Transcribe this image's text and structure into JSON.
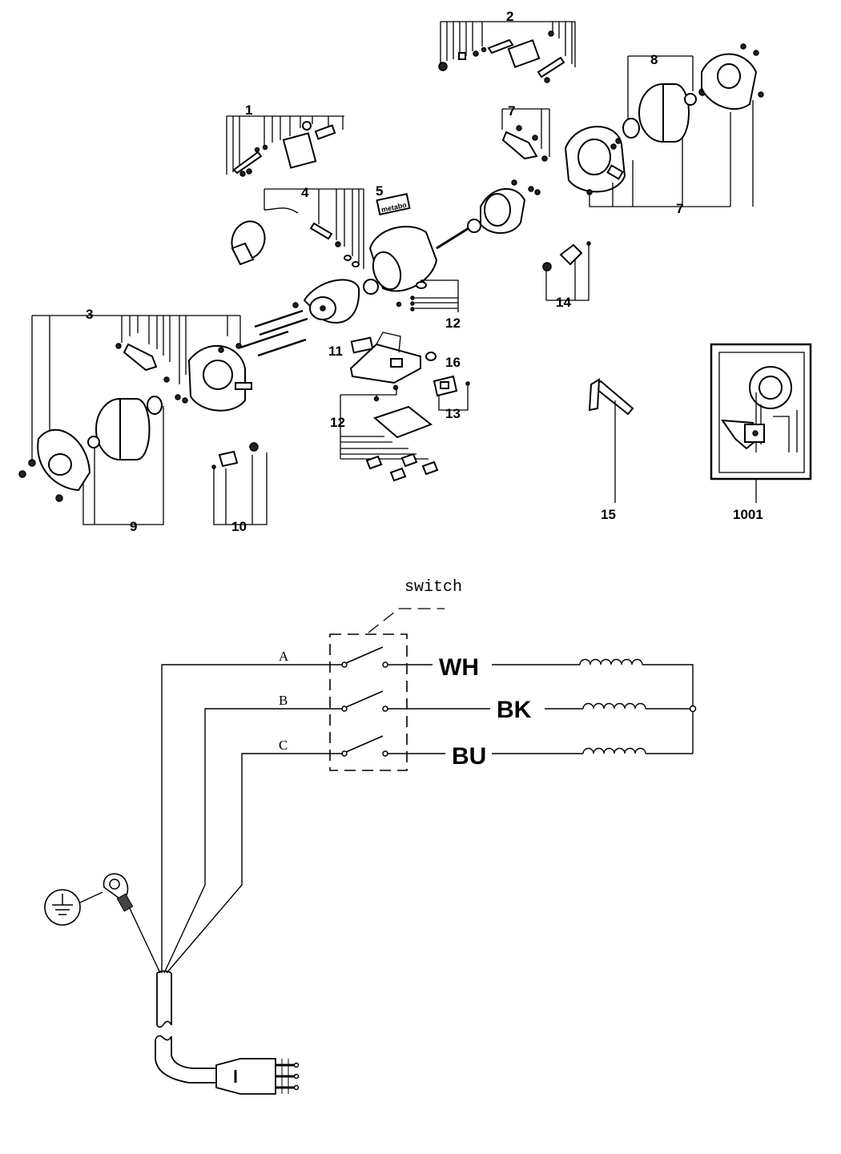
{
  "callouts": {
    "c1": "1",
    "c2": "2",
    "c3": "3",
    "c4": "4",
    "c5": "5",
    "c7a": "7",
    "c7b": "7",
    "c8": "8",
    "c9": "9",
    "c10": "10",
    "c11": "11",
    "c12a": "12",
    "c12b": "12",
    "c13": "13",
    "c14": "14",
    "c15": "15",
    "c16": "16",
    "c1001": "1001"
  },
  "nameplate": "metabo",
  "wiring": {
    "switch_label": "switch",
    "wire_a": "A",
    "wire_b": "B",
    "wire_c": "C",
    "color_wh": "WH",
    "color_bk": "BK",
    "color_bu": "BU"
  }
}
